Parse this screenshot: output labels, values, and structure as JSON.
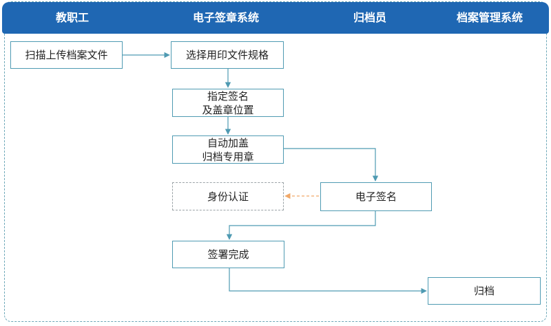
{
  "lanes": [
    "教职工",
    "电子签章系统",
    "归档员",
    "档案管理系统"
  ],
  "nodes": {
    "scan": "扫描上传档案文件",
    "select": "选择用印文件规格",
    "specify": "指定签名\n及盖章位置",
    "auto": "自动加盖\n归档专用章",
    "esign": "电子签名",
    "identity": "身份认证",
    "complete": "签署完成",
    "archive": "归档"
  },
  "colors": {
    "header": "#1f67b3",
    "border": "#4e9ab2",
    "arrow": "#4e9ab2",
    "auth_arrow": "#f0a868",
    "dashed_border": "#9aa2a6"
  }
}
